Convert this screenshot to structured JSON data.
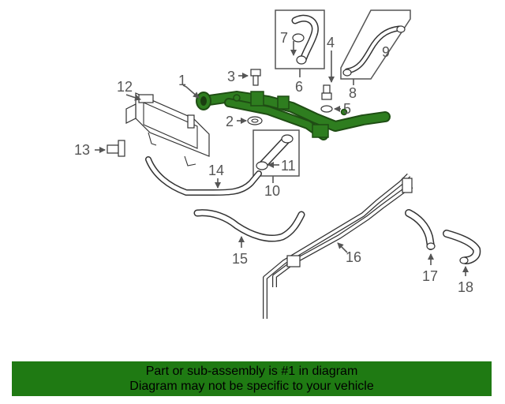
{
  "callouts": [
    "1",
    "2",
    "3",
    "4",
    "5",
    "6",
    "7",
    "8",
    "9",
    "10",
    "11",
    "12",
    "13",
    "14",
    "15",
    "16",
    "17",
    "18"
  ],
  "banner": {
    "line1": "Part or sub-assembly is #1 in diagram",
    "line2": "Diagram may not be specific to your vehicle"
  },
  "colors": {
    "highlight_part": "#2e7d1f",
    "banner_background": "#1f7a13",
    "line_art": "#333333",
    "callout_text": "#555555"
  }
}
